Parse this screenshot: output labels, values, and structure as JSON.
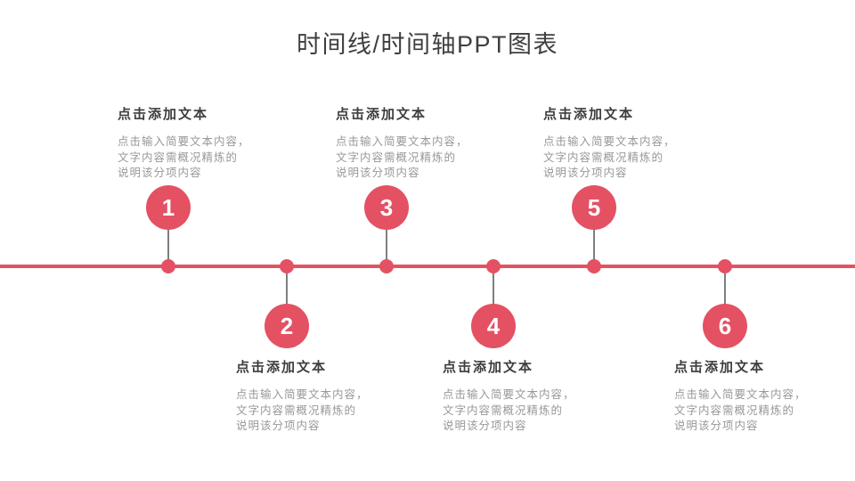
{
  "title": "时间线/时间轴PPT图表",
  "colors": {
    "accent_red": "#e45163",
    "connector_gray": "#7f7f7f",
    "heading_text": "#3d3d3d",
    "body_text": "#989898",
    "background": "#ffffff"
  },
  "timeline": {
    "items": [
      {
        "number": "1",
        "side": "above",
        "heading": "点击添加文本",
        "body": "点击输入简要文本内容，\n文字内容需概况精炼的\n说明该分项内容"
      },
      {
        "number": "2",
        "side": "below",
        "heading": "点击添加文本",
        "body": "点击输入简要文本内容，\n文字内容需概况精炼的\n说明该分项内容"
      },
      {
        "number": "3",
        "side": "above",
        "heading": "点击添加文本",
        "body": "点击输入简要文本内容，\n文字内容需概况精炼的\n说明该分项内容"
      },
      {
        "number": "4",
        "side": "below",
        "heading": "点击添加文本",
        "body": "点击输入简要文本内容，\n文字内容需概况精炼的\n说明该分项内容"
      },
      {
        "number": "5",
        "side": "above",
        "heading": "点击添加文本",
        "body": "点击输入简要文本内容，\n文字内容需概况精炼的\n说明该分项内容"
      },
      {
        "number": "6",
        "side": "below",
        "heading": "点击添加文本",
        "body": "点击输入简要文本内容，\n文字内容需概况精炼的\n说明该分项内容"
      }
    ]
  }
}
